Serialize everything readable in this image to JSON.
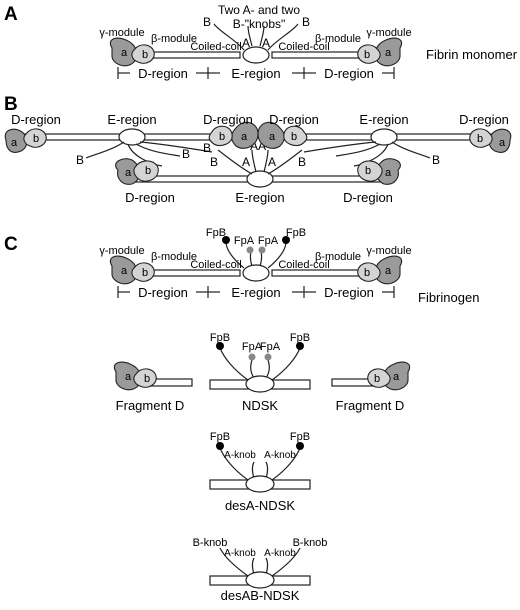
{
  "colors": {
    "gamma_module": "#9a9a9a",
    "beta_module": "#d4d4d4",
    "fpb_dot": "#000000",
    "fpa_dot": "#888888",
    "line": "#222222"
  },
  "panel_a": {
    "label": "A",
    "knobs_line1": "Two A- and two",
    "knobs_line2": "B-\"knobs\"",
    "gamma_module": "γ-module",
    "beta_module": "β-module",
    "coiled_coil": "Coiled-coil",
    "d_region": "D-region",
    "e_region": "E-region",
    "module_a": "a",
    "module_b": "b",
    "knob_a": "A",
    "knob_b": "B",
    "title": "Fibrin monomer"
  },
  "panel_b": {
    "label": "B",
    "d_region": "D-region",
    "e_region": "E-region",
    "module_a": "a",
    "module_b": "b",
    "knob_a": "A",
    "knob_b": "B"
  },
  "panel_c": {
    "label": "C",
    "gamma_module": "γ-module",
    "beta_module": "β-module",
    "coiled_coil": "Coiled-coil",
    "d_region": "D-region",
    "e_region": "E-region",
    "fpa": "FpA",
    "fpb": "FpB",
    "module_a": "a",
    "module_b": "b",
    "title": "Fibrinogen",
    "fragment_d": "Fragment D",
    "ndsk": "NDSK",
    "a_knob": "A-knob",
    "b_knob": "B-knob",
    "desa_ndsk": "desA-NDSK",
    "desab_ndsk": "desAB-NDSK"
  }
}
